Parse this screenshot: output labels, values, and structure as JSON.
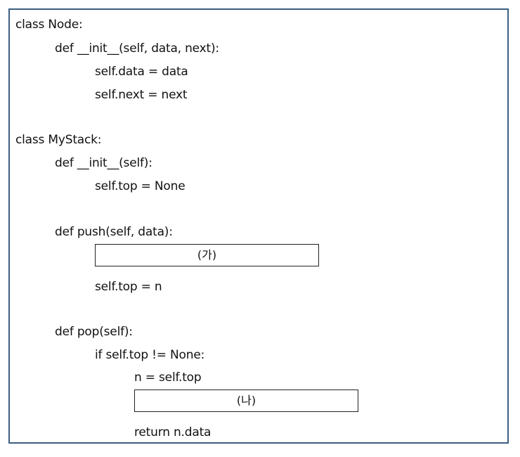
{
  "code": {
    "lines": [
      "class Node:",
      "def __init__(self, data, next):",
      "self.data = data",
      "self.next = next",
      "class MyStack:",
      "def __init__(self):",
      "self.top = None",
      "def push(self, data):",
      "self.top = n",
      "def pop(self):",
      "if self.top != None:",
      "n = self.top",
      "return n.data"
    ]
  },
  "blanks": {
    "a_label": "(가)",
    "b_label": "(나)"
  },
  "colors": {
    "frame_border": "#3b5f83",
    "box_border": "#222222",
    "text": "#111111"
  }
}
